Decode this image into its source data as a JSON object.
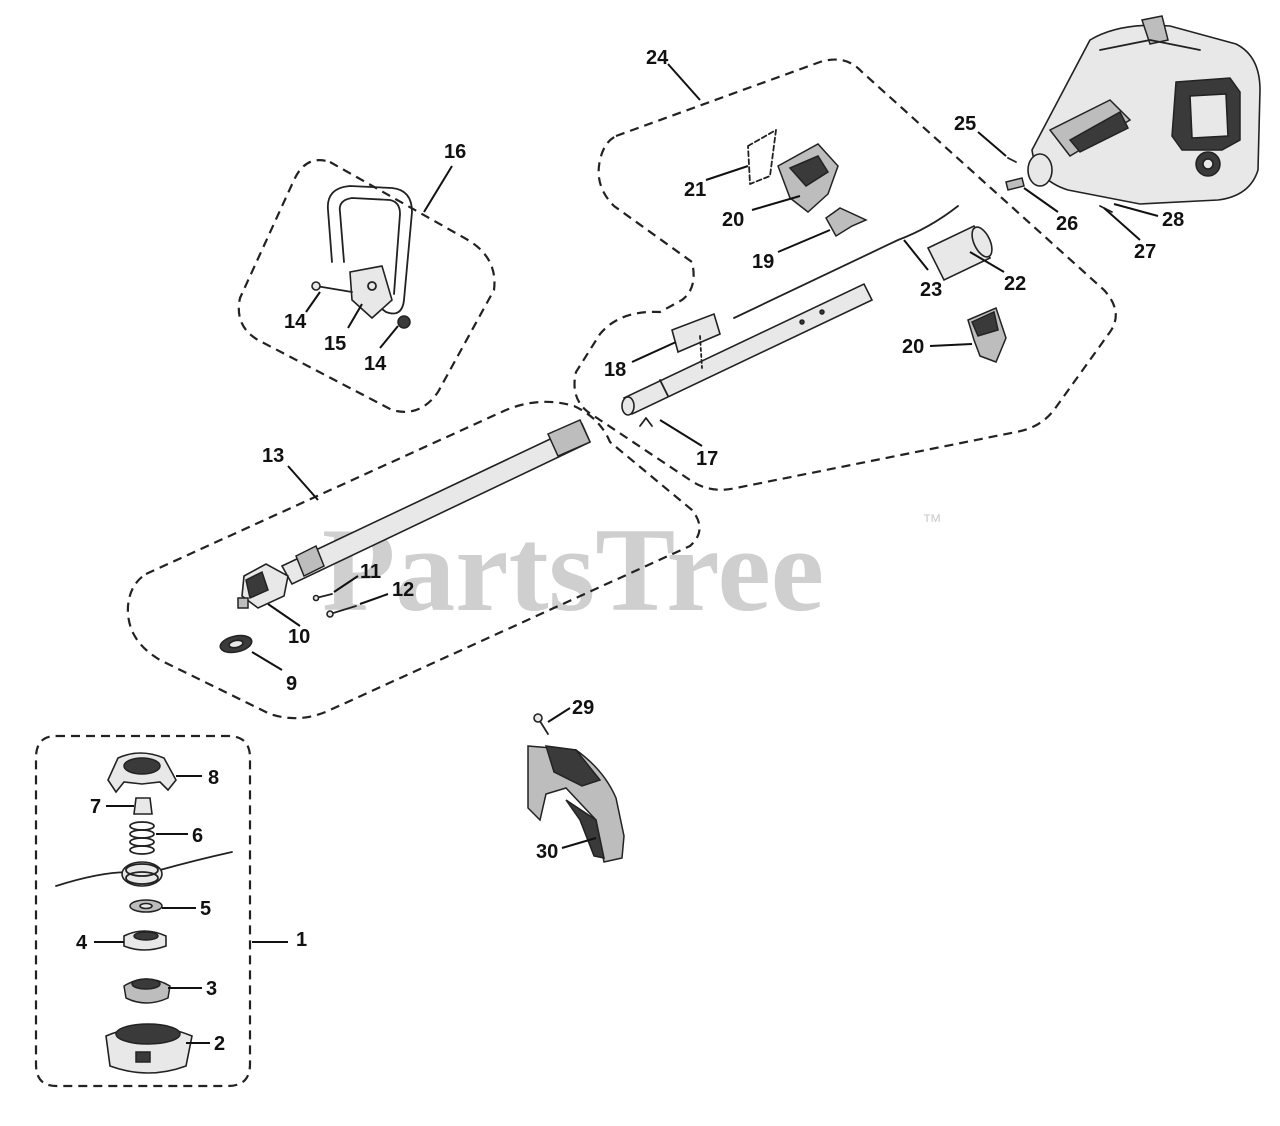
{
  "watermark": {
    "text": "PartsTree",
    "trademark": "™"
  },
  "callouts": [
    {
      "id": "callout-1",
      "text": "1"
    },
    {
      "id": "callout-2",
      "text": "2"
    },
    {
      "id": "callout-3",
      "text": "3"
    },
    {
      "id": "callout-4",
      "text": "4"
    },
    {
      "id": "callout-5",
      "text": "5"
    },
    {
      "id": "callout-6",
      "text": "6"
    },
    {
      "id": "callout-7",
      "text": "7"
    },
    {
      "id": "callout-8",
      "text": "8"
    },
    {
      "id": "callout-9",
      "text": "9"
    },
    {
      "id": "callout-10",
      "text": "10"
    },
    {
      "id": "callout-11",
      "text": "11"
    },
    {
      "id": "callout-12",
      "text": "12"
    },
    {
      "id": "callout-13",
      "text": "13"
    },
    {
      "id": "callout-14a",
      "text": "14"
    },
    {
      "id": "callout-14b",
      "text": "14"
    },
    {
      "id": "callout-15",
      "text": "15"
    },
    {
      "id": "callout-16",
      "text": "16"
    },
    {
      "id": "callout-17",
      "text": "17"
    },
    {
      "id": "callout-18",
      "text": "18"
    },
    {
      "id": "callout-19",
      "text": "19"
    },
    {
      "id": "callout-20a",
      "text": "20"
    },
    {
      "id": "callout-20b",
      "text": "20"
    },
    {
      "id": "callout-21",
      "text": "21"
    },
    {
      "id": "callout-22",
      "text": "22"
    },
    {
      "id": "callout-23",
      "text": "23"
    },
    {
      "id": "callout-24",
      "text": "24"
    },
    {
      "id": "callout-25",
      "text": "25"
    },
    {
      "id": "callout-26",
      "text": "26"
    },
    {
      "id": "callout-27",
      "text": "27"
    },
    {
      "id": "callout-28",
      "text": "28"
    },
    {
      "id": "callout-29",
      "text": "29"
    },
    {
      "id": "callout-30",
      "text": "30"
    }
  ]
}
